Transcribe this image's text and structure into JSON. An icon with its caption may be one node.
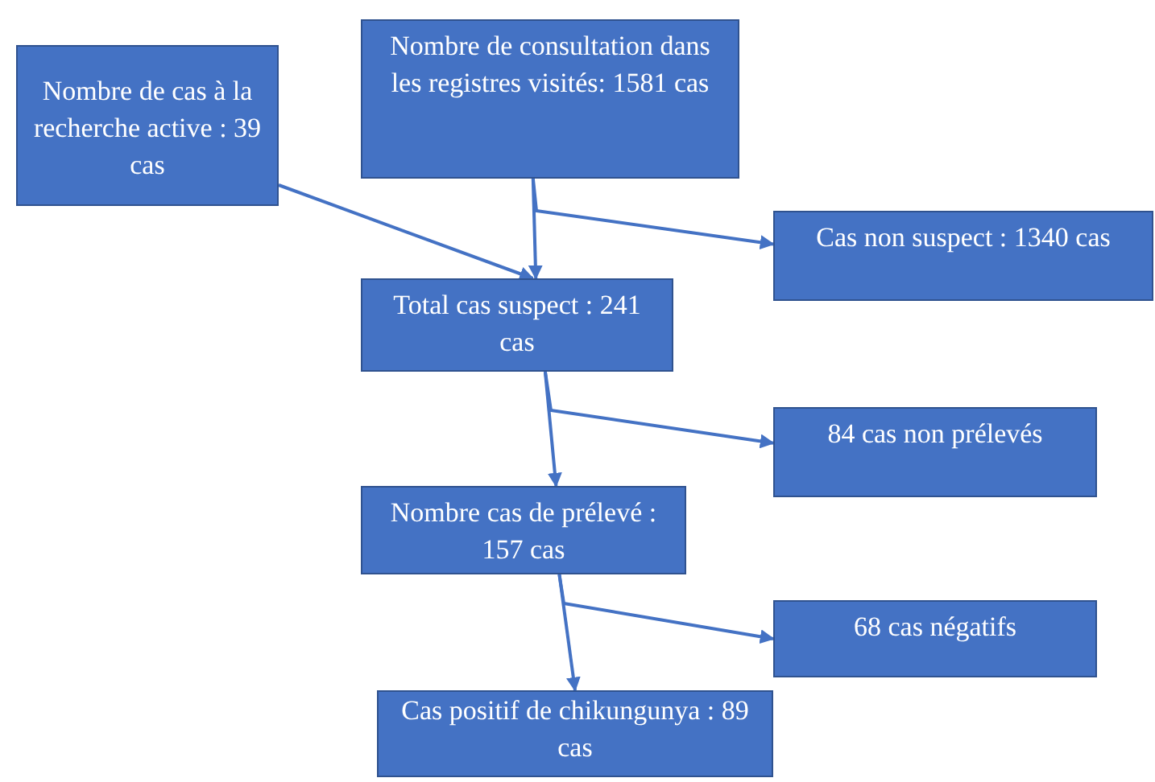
{
  "diagram": {
    "nodes": [
      {
        "text": [
          "Nombre  de cas à la recherche active : 39 cas"
        ]
      },
      {
        "text": [
          "Nombre de consultation dans les registres visités: 1581 cas"
        ]
      },
      {
        "text": [
          "Cas non suspect : 1340 cas"
        ]
      },
      {
        "text": [
          "Total cas suspect : 241 cas"
        ]
      },
      {
        "text": [
          "84 cas non prélevés"
        ]
      },
      {
        "text": [
          "Nombre cas de prélevé : 157 cas"
        ]
      },
      {
        "text": [
          "68 cas négatifs"
        ]
      },
      {
        "text": [
          "Cas positif de chikungunya : 89 cas"
        ]
      }
    ],
    "edges": [
      {
        "from": 0,
        "to": 3,
        "arrow": "to"
      },
      {
        "from": 1,
        "to": 3,
        "arrow": "to"
      },
      {
        "from": 1,
        "to": 2,
        "arrow": "to"
      },
      {
        "from": 3,
        "to": 5,
        "arrow": "to"
      },
      {
        "from": 3,
        "to": 4,
        "arrow": "to"
      },
      {
        "from": 5,
        "to": 7,
        "arrow": "to"
      },
      {
        "from": 5,
        "to": 6,
        "arrow": "to"
      }
    ]
  }
}
